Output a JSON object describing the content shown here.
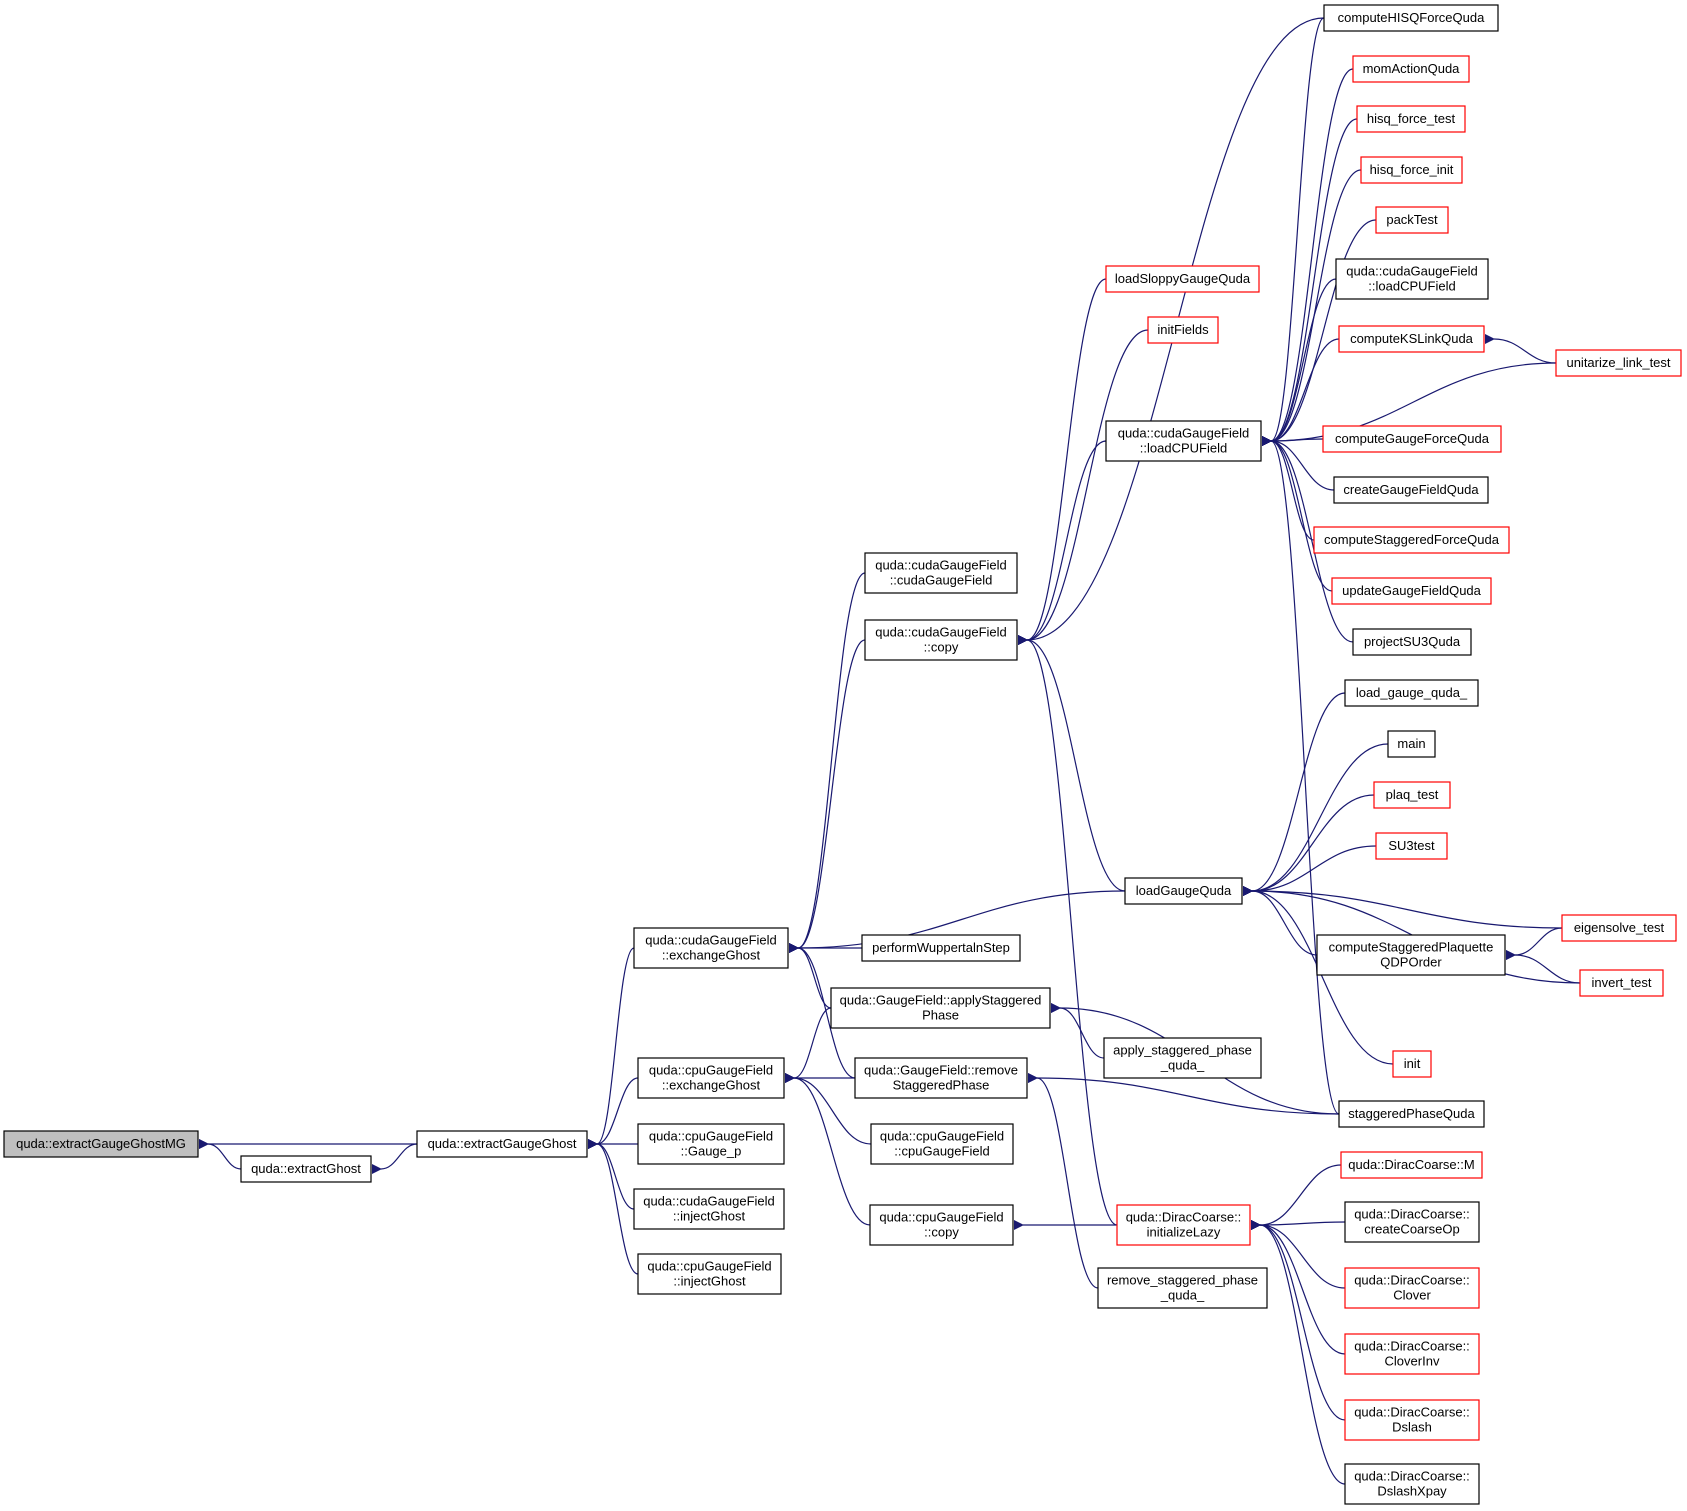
{
  "colors": {
    "edge": "#191970",
    "node_black_border": "#000000",
    "node_red_border": "#ff0000",
    "root_fill": "#bfbfbf",
    "node_fill": "#ffffff"
  },
  "nodes": [
    {
      "id": "extractGaugeGhostMG",
      "lines": [
        "quda::extractGaugeGhostMG"
      ],
      "style": "root"
    },
    {
      "id": "extractGhost",
      "lines": [
        "quda::extractGhost"
      ],
      "style": "black"
    },
    {
      "id": "extractGaugeGhost",
      "lines": [
        "quda::extractGaugeGhost"
      ],
      "style": "black"
    },
    {
      "id": "cudaExchangeGhost",
      "lines": [
        "quda::cudaGaugeField",
        "::exchangeGhost"
      ],
      "style": "black"
    },
    {
      "id": "cpuExchangeGhost",
      "lines": [
        "quda::cpuGaugeField",
        "::exchangeGhost"
      ],
      "style": "black"
    },
    {
      "id": "cpuGaugeP",
      "lines": [
        "quda::cpuGaugeField",
        "::Gauge_p"
      ],
      "style": "black"
    },
    {
      "id": "cudaInjectGhost",
      "lines": [
        "quda::cudaGaugeField",
        "::injectGhost"
      ],
      "style": "black"
    },
    {
      "id": "cpuInjectGhost",
      "lines": [
        "quda::cpuGaugeField",
        "::injectGhost"
      ],
      "style": "black"
    },
    {
      "id": "cudaCtor",
      "lines": [
        "quda::cudaGaugeField",
        "::cudaGaugeField"
      ],
      "style": "black"
    },
    {
      "id": "cudaCopy",
      "lines": [
        "quda::cudaGaugeField",
        "::copy"
      ],
      "style": "black"
    },
    {
      "id": "performWuppertal",
      "lines": [
        "performWuppertalnStep"
      ],
      "style": "black"
    },
    {
      "id": "applyStaggered",
      "lines": [
        "quda::GaugeField::applyStaggered",
        "Phase"
      ],
      "style": "black"
    },
    {
      "id": "removeStaggered",
      "lines": [
        "quda::GaugeField::remove",
        "StaggeredPhase"
      ],
      "style": "black"
    },
    {
      "id": "cpuCtor",
      "lines": [
        "quda::cpuGaugeField",
        "::cpuGaugeField"
      ],
      "style": "black"
    },
    {
      "id": "cpuCopy",
      "lines": [
        "quda::cpuGaugeField",
        "::copy"
      ],
      "style": "black"
    },
    {
      "id": "loadSloppy",
      "lines": [
        "loadSloppyGaugeQuda"
      ],
      "style": "red"
    },
    {
      "id": "initFields",
      "lines": [
        "initFields"
      ],
      "style": "red"
    },
    {
      "id": "cudaLoadCPU",
      "lines": [
        "quda::cudaGaugeField",
        "::loadCPUField"
      ],
      "style": "black"
    },
    {
      "id": "applyStaggeredQuda",
      "lines": [
        "apply_staggered_phase",
        "_quda_"
      ],
      "style": "black"
    },
    {
      "id": "removeStaggeredQuda",
      "lines": [
        "remove_staggered_phase",
        "_quda_"
      ],
      "style": "black"
    },
    {
      "id": "loadGaugeQuda",
      "lines": [
        "loadGaugeQuda"
      ],
      "style": "black"
    },
    {
      "id": "initializeLazy",
      "lines": [
        "quda::DiracCoarse::",
        "initializeLazy"
      ],
      "style": "red"
    },
    {
      "id": "computeHISQ",
      "lines": [
        "computeHISQForceQuda"
      ],
      "style": "black"
    },
    {
      "id": "momAction",
      "lines": [
        "momActionQuda"
      ],
      "style": "red"
    },
    {
      "id": "hisqForceTest",
      "lines": [
        "hisq_force_test"
      ],
      "style": "red"
    },
    {
      "id": "hisqForceInit",
      "lines": [
        "hisq_force_init"
      ],
      "style": "red"
    },
    {
      "id": "packTest",
      "lines": [
        "packTest"
      ],
      "style": "red"
    },
    {
      "id": "cudaLoadCPU2",
      "lines": [
        "quda::cudaGaugeField",
        "::loadCPUField"
      ],
      "style": "black"
    },
    {
      "id": "computeKSLink",
      "lines": [
        "computeKSLinkQuda"
      ],
      "style": "red"
    },
    {
      "id": "computeGaugeForce",
      "lines": [
        "computeGaugeForceQuda"
      ],
      "style": "red"
    },
    {
      "id": "createGaugeField",
      "lines": [
        "createGaugeFieldQuda"
      ],
      "style": "black"
    },
    {
      "id": "computeStaggeredForce",
      "lines": [
        "computeStaggeredForceQuda"
      ],
      "style": "red"
    },
    {
      "id": "updateGaugeField",
      "lines": [
        "updateGaugeFieldQuda"
      ],
      "style": "red"
    },
    {
      "id": "projectSU3",
      "lines": [
        "projectSU3Quda"
      ],
      "style": "black"
    },
    {
      "id": "loadGaugeQudaUnd",
      "lines": [
        "load_gauge_quda_"
      ],
      "style": "black"
    },
    {
      "id": "main",
      "lines": [
        "main"
      ],
      "style": "black"
    },
    {
      "id": "plaqTest",
      "lines": [
        "plaq_test"
      ],
      "style": "red"
    },
    {
      "id": "su3test",
      "lines": [
        "SU3test"
      ],
      "style": "red"
    },
    {
      "id": "computeStaggeredPlaq",
      "lines": [
        "computeStaggeredPlaquette",
        "QDPOrder"
      ],
      "style": "black"
    },
    {
      "id": "init",
      "lines": [
        "init"
      ],
      "style": "red"
    },
    {
      "id": "staggeredPhaseQuda",
      "lines": [
        "staggeredPhaseQuda"
      ],
      "style": "black"
    },
    {
      "id": "diracM",
      "lines": [
        "quda::DiracCoarse::M"
      ],
      "style": "red"
    },
    {
      "id": "diracCreateCoarseOp",
      "lines": [
        "quda::DiracCoarse::",
        "createCoarseOp"
      ],
      "style": "black"
    },
    {
      "id": "diracClover",
      "lines": [
        "quda::DiracCoarse::",
        "Clover"
      ],
      "style": "red"
    },
    {
      "id": "diracCloverInv",
      "lines": [
        "quda::DiracCoarse::",
        "CloverInv"
      ],
      "style": "red"
    },
    {
      "id": "diracDslash",
      "lines": [
        "quda::DiracCoarse::",
        "Dslash"
      ],
      "style": "red"
    },
    {
      "id": "diracDslashXpay",
      "lines": [
        "quda::DiracCoarse::",
        "DslashXpay"
      ],
      "style": "black"
    },
    {
      "id": "unitarizeLinkTest",
      "lines": [
        "unitarize_link_test"
      ],
      "style": "red"
    },
    {
      "id": "eigensolveTest",
      "lines": [
        "eigensolve_test"
      ],
      "style": "red"
    },
    {
      "id": "invertTest",
      "lines": [
        "invert_test"
      ],
      "style": "red"
    }
  ],
  "edges": [
    [
      "extractGaugeGhostMG",
      "extractGaugeGhost"
    ],
    [
      "extractGaugeGhostMG",
      "extractGhost"
    ],
    [
      "extractGhost",
      "extractGaugeGhost"
    ],
    [
      "extractGaugeGhost",
      "cudaExchangeGhost"
    ],
    [
      "extractGaugeGhost",
      "cpuExchangeGhost"
    ],
    [
      "extractGaugeGhost",
      "cpuGaugeP"
    ],
    [
      "extractGaugeGhost",
      "cudaInjectGhost"
    ],
    [
      "extractGaugeGhost",
      "cpuInjectGhost"
    ],
    [
      "cudaExchangeGhost",
      "cudaCtor"
    ],
    [
      "cudaExchangeGhost",
      "cudaCopy"
    ],
    [
      "cudaExchangeGhost",
      "loadGaugeQuda"
    ],
    [
      "cudaExchangeGhost",
      "performWuppertal"
    ],
    [
      "cudaExchangeGhost",
      "applyStaggered"
    ],
    [
      "cudaExchangeGhost",
      "removeStaggered"
    ],
    [
      "cpuExchangeGhost",
      "applyStaggered"
    ],
    [
      "cpuExchangeGhost",
      "removeStaggered"
    ],
    [
      "cpuExchangeGhost",
      "cpuCtor"
    ],
    [
      "cpuExchangeGhost",
      "cpuCopy"
    ],
    [
      "cudaCopy",
      "loadSloppy"
    ],
    [
      "cudaCopy",
      "initFields"
    ],
    [
      "cudaCopy",
      "cudaLoadCPU"
    ],
    [
      "cudaCopy",
      "computeHISQ"
    ],
    [
      "cudaCopy",
      "loadGaugeQuda"
    ],
    [
      "cudaCopy",
      "initializeLazy"
    ],
    [
      "applyStaggered",
      "applyStaggeredQuda"
    ],
    [
      "applyStaggered",
      "staggeredPhaseQuda"
    ],
    [
      "removeStaggered",
      "staggeredPhaseQuda"
    ],
    [
      "removeStaggered",
      "removeStaggeredQuda"
    ],
    [
      "cpuCopy",
      "initializeLazy"
    ],
    [
      "cudaLoadCPU",
      "computeHISQ"
    ],
    [
      "cudaLoadCPU",
      "momAction"
    ],
    [
      "cudaLoadCPU",
      "hisqForceTest"
    ],
    [
      "cudaLoadCPU",
      "hisqForceInit"
    ],
    [
      "cudaLoadCPU",
      "packTest"
    ],
    [
      "cudaLoadCPU",
      "cudaLoadCPU2"
    ],
    [
      "cudaLoadCPU",
      "computeKSLink"
    ],
    [
      "cudaLoadCPU",
      "unitarizeLinkTest"
    ],
    [
      "cudaLoadCPU",
      "computeGaugeForce"
    ],
    [
      "cudaLoadCPU",
      "createGaugeField"
    ],
    [
      "cudaLoadCPU",
      "computeStaggeredForce"
    ],
    [
      "cudaLoadCPU",
      "updateGaugeField"
    ],
    [
      "cudaLoadCPU",
      "projectSU3"
    ],
    [
      "cudaLoadCPU",
      "staggeredPhaseQuda"
    ],
    [
      "computeKSLink",
      "unitarizeLinkTest"
    ],
    [
      "loadGaugeQuda",
      "loadGaugeQudaUnd"
    ],
    [
      "loadGaugeQuda",
      "main"
    ],
    [
      "loadGaugeQuda",
      "plaqTest"
    ],
    [
      "loadGaugeQuda",
      "su3test"
    ],
    [
      "loadGaugeQuda",
      "eigensolveTest"
    ],
    [
      "loadGaugeQuda",
      "computeStaggeredPlaq"
    ],
    [
      "loadGaugeQuda",
      "invertTest"
    ],
    [
      "loadGaugeQuda",
      "init"
    ],
    [
      "computeStaggeredPlaq",
      "eigensolveTest"
    ],
    [
      "computeStaggeredPlaq",
      "invertTest"
    ],
    [
      "initializeLazy",
      "diracM"
    ],
    [
      "initializeLazy",
      "diracCreateCoarseOp"
    ],
    [
      "initializeLazy",
      "diracClover"
    ],
    [
      "initializeLazy",
      "diracCloverInv"
    ],
    [
      "initializeLazy",
      "diracDslash"
    ],
    [
      "initializeLazy",
      "diracDslashXpay"
    ]
  ]
}
